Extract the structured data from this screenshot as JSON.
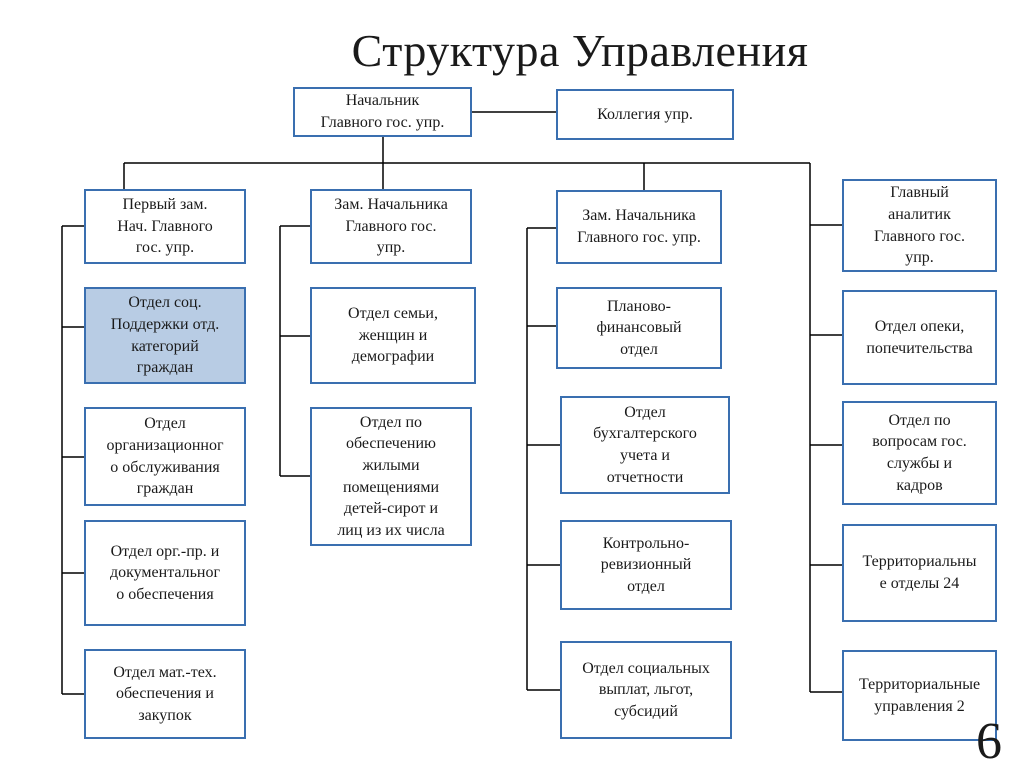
{
  "title": "Структура Управления",
  "page_number": "6",
  "colors": {
    "box_border": "#3a6fb0",
    "highlight_fill": "#b8cce4",
    "connector": "#000000"
  },
  "top": {
    "head": "Начальник\nГлавного гос. упр.",
    "board": "Коллегия упр."
  },
  "columns": [
    {
      "head": "Первый зам.\nНач. Главного\nгос. упр.",
      "departments": [
        "Отдел соц.\nПоддержки отд.\nкатегорий\nграждан",
        "Отдел\nорганизационног\nо обслуживания\nграждан",
        "Отдел орг.-пр. и\nдокументальног\nо обеспечения",
        "Отдел мат.-тех.\nобеспечения и\nзакупок"
      ]
    },
    {
      "head": "Зам. Начальника\nГлавного гос.\nупр.",
      "departments": [
        "Отдел семьи,\nженщин и\nдемографии",
        "Отдел по\nобеспечению\nжилыми\nпомещениями\nдетей-сирот и\nлиц из их числа"
      ]
    },
    {
      "head": "Зам. Начальника\nГлавного гос. упр.",
      "departments": [
        "Планово-\nфинансовый\nотдел",
        "Отдел\nбухгалтерского\nучета и\nотчетности",
        "Контрольно-\nревизионный\nотдел",
        "Отдел социальных\nвыплат, льгот,\nсубсидий"
      ]
    },
    {
      "head": "Главный\nаналитик\nГлавного гос.\nупр.",
      "departments": [
        "Отдел опеки,\nпопечительства",
        "Отдел по\nвопросам гос.\nслужбы и\nкадров",
        "Территориальны\nе отделы 24",
        "Территориальные\nуправления 2"
      ]
    }
  ]
}
